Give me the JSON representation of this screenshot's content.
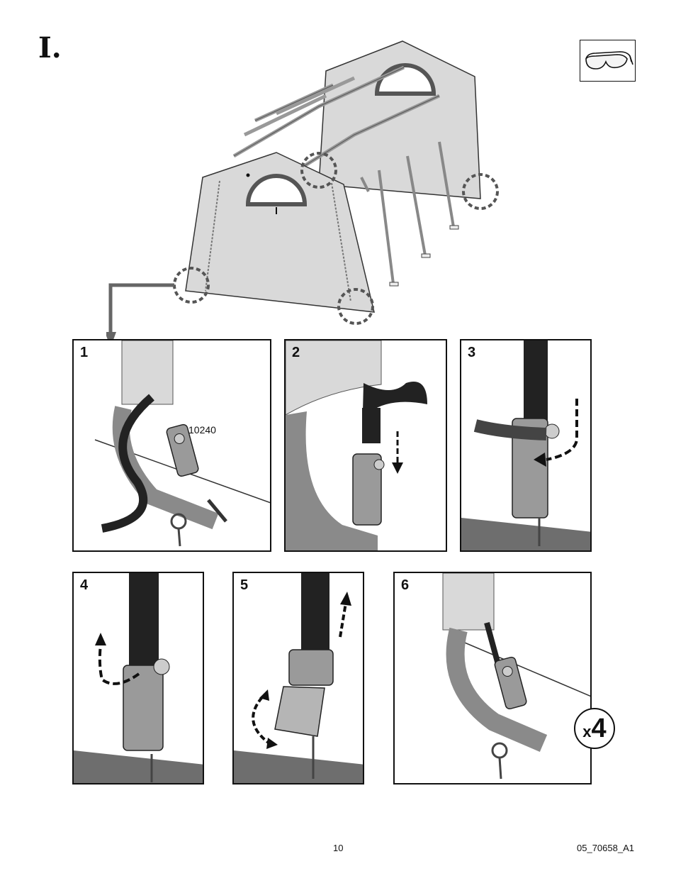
{
  "section": {
    "letter": "I."
  },
  "safety_icon": {
    "icon": "safety-goggles-icon"
  },
  "main_illustration": {
    "icon": "shelter-frame-icon"
  },
  "steps": [
    {
      "number": "1",
      "part_label": "10240"
    },
    {
      "number": "2"
    },
    {
      "number": "3"
    },
    {
      "number": "4"
    },
    {
      "number": "5"
    },
    {
      "number": "6"
    }
  ],
  "multiplier": {
    "prefix": "x",
    "value": "4"
  },
  "footer": {
    "page_number": "10",
    "doc_code": "05_70658_A1"
  },
  "colors": {
    "cover": "#d9d9d9",
    "frame": "#8a8a8a",
    "ground": "#6e6e6e",
    "strap": "#222222",
    "highlight": "#555555"
  }
}
